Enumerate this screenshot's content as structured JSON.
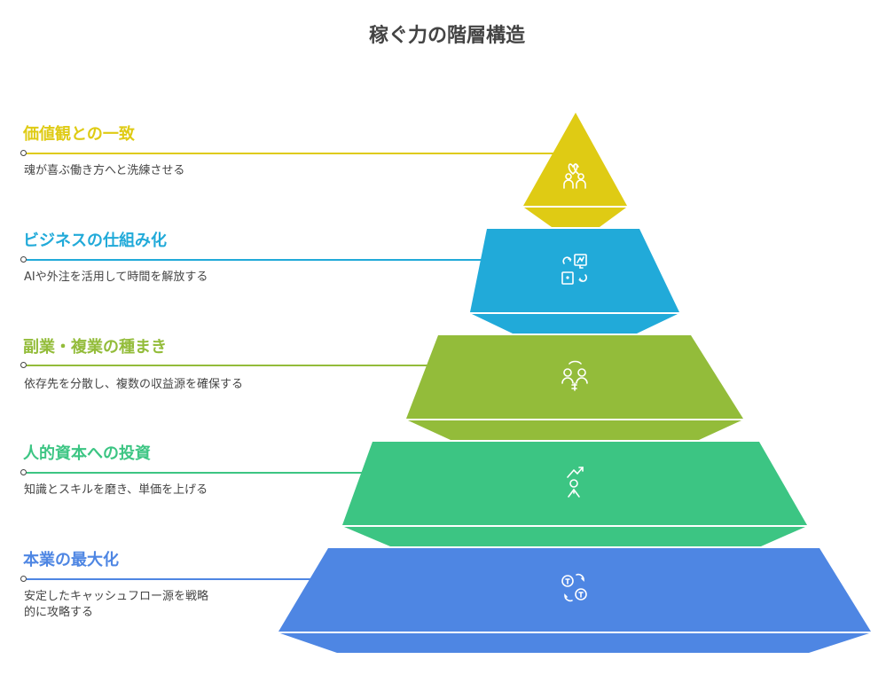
{
  "title": "稼ぐ力の階層構造",
  "tiers": [
    {
      "heading": "価値観との一致",
      "description": "魂が喜ぶ働き方へと洗練させる",
      "color": "#DFCB14",
      "icon": "people-heart-icon"
    },
    {
      "heading": "ビジネスの仕組み化",
      "description": "AIや外注を活用して時間を解放する",
      "color": "#21AAD9",
      "icon": "automation-icon"
    },
    {
      "heading": "副業・複業の種まき",
      "description": "依存先を分散し、複数の収益源を確保する",
      "color": "#93BC3A",
      "icon": "income-sources-icon"
    },
    {
      "heading": "人的資本への投資",
      "description": "知識とスキルを磨き、単価を上げる",
      "color": "#3CC583",
      "icon": "growth-person-icon"
    },
    {
      "heading": "本業の最大化",
      "description": "安定したキャッシュフロー源を戦略的に攻略する",
      "color": "#4E86E3",
      "icon": "cash-flow-icon"
    }
  ]
}
